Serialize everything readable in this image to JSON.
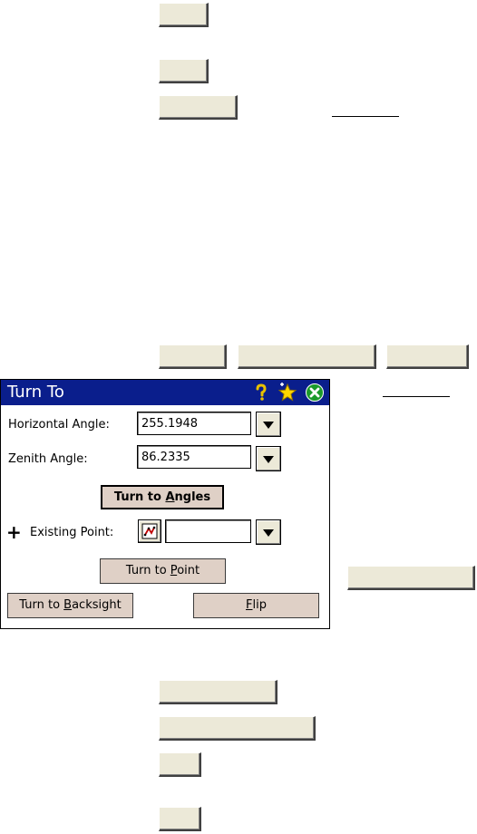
{
  "dialog": {
    "title": "Turn To",
    "horizontal_angle": {
      "label": "Horizontal Angle:",
      "value": "255.1948"
    },
    "zenith_angle": {
      "label": "Zenith Angle:",
      "value": "86.2335"
    },
    "turn_to_angles": {
      "pre": "Turn to ",
      "accel": "A",
      "post": "ngles"
    },
    "existing_point": {
      "plus": "+",
      "label": "Existing Point:",
      "value": ""
    },
    "turn_to_point": {
      "pre": "Turn to ",
      "accel": "P",
      "post": "oint"
    },
    "turn_to_backsight": {
      "pre": "Turn to ",
      "accel": "B",
      "post": "acksight"
    },
    "flip": {
      "accel": "F",
      "post": "lip"
    }
  },
  "colors": {
    "titlebar": "#0a1e8c",
    "button_face": "#dfd0c6",
    "help_icon": "#e8c000",
    "favorite_icon": "#ffd700",
    "close_icon": "#1a9a2a"
  },
  "icons": [
    "help-icon",
    "favorite-star-icon",
    "close-icon",
    "dropdown-arrow-icon",
    "point-picker-icon"
  ]
}
